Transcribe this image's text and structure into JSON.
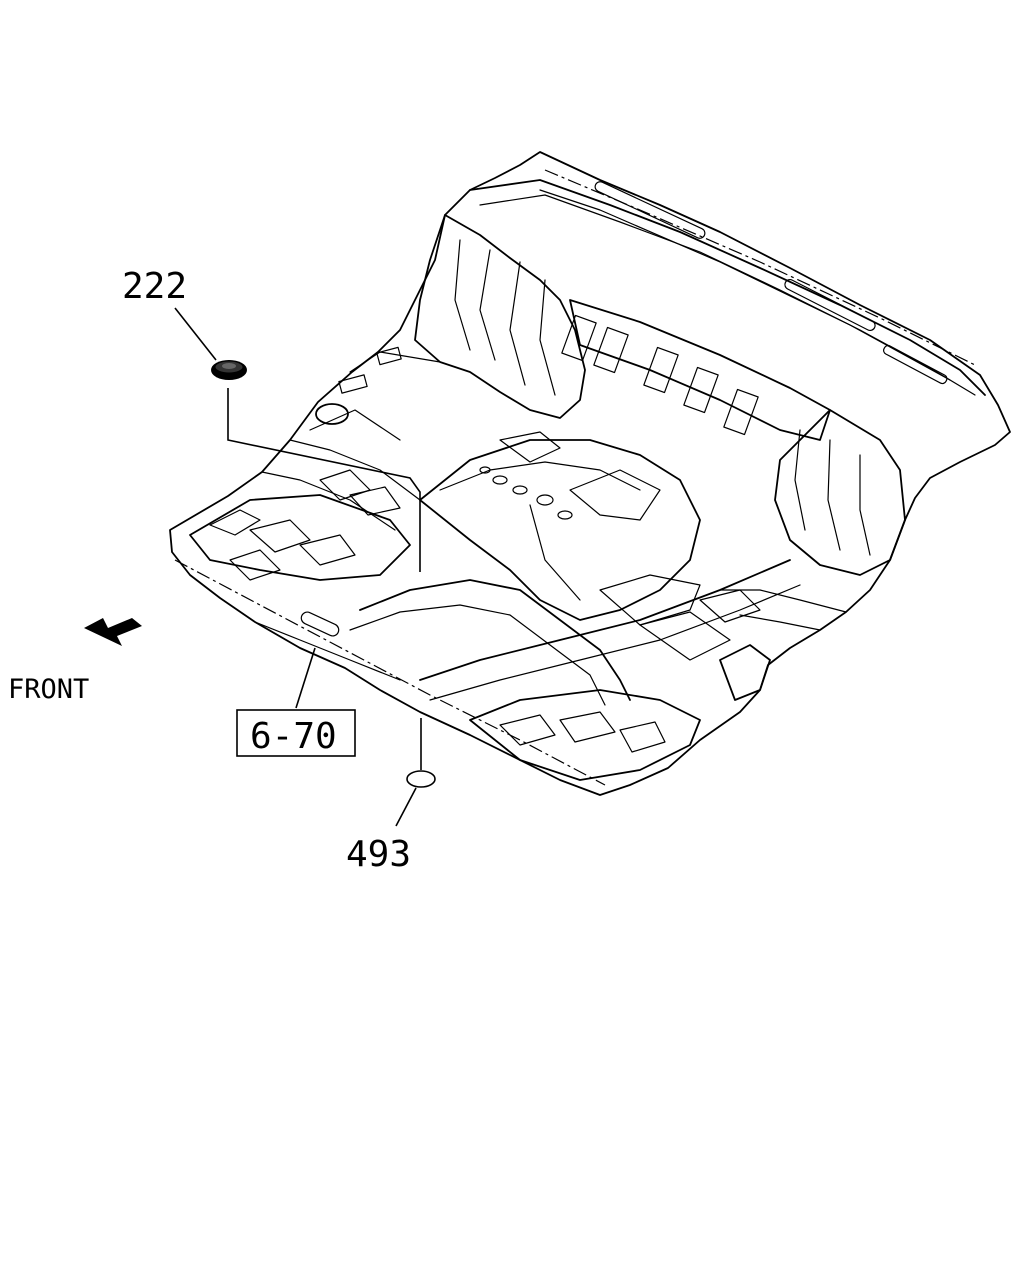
{
  "callouts": {
    "grommet": "222",
    "plug": "493",
    "reference": "6-70",
    "front": "FRONT"
  }
}
